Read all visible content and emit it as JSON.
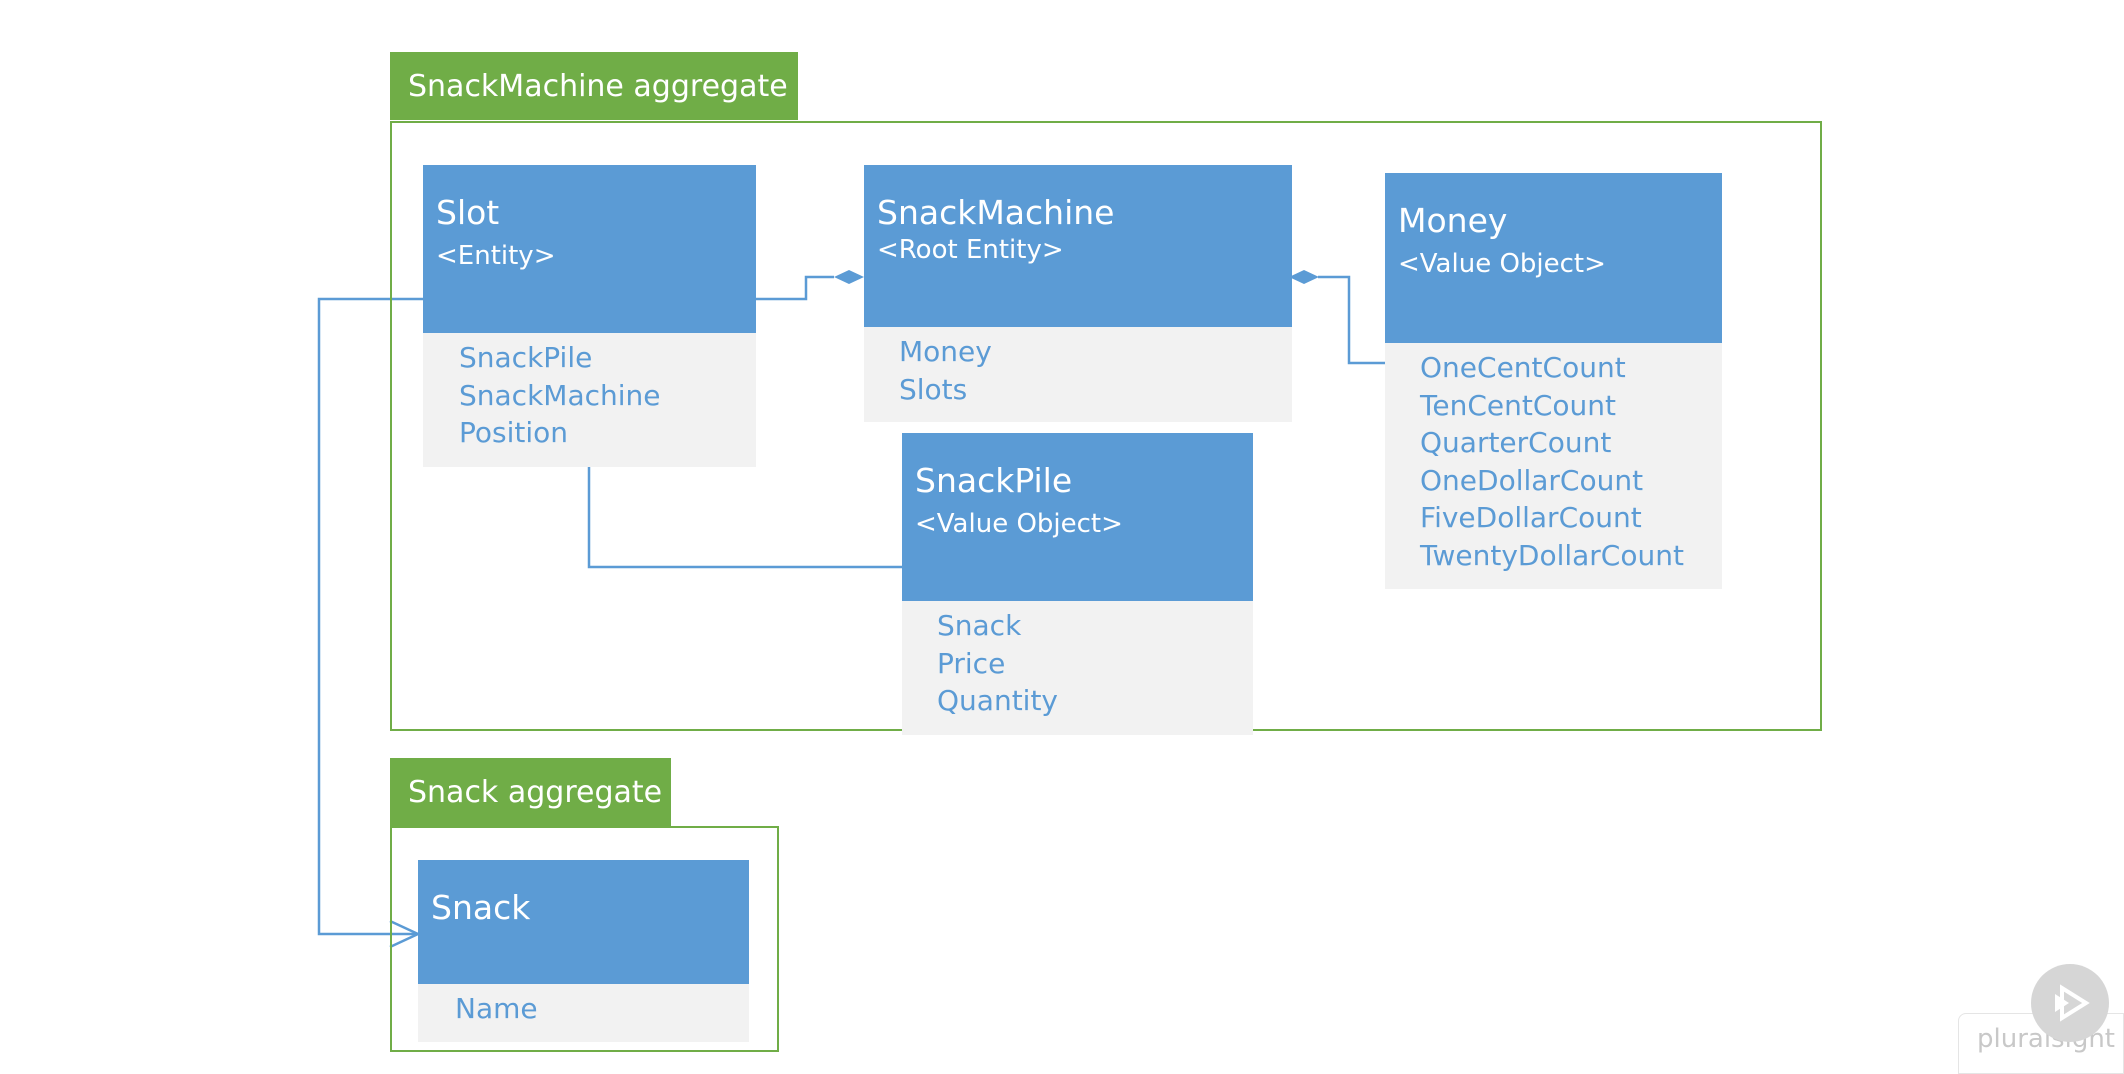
{
  "aggregates": {
    "snack_machine": {
      "label": "SnackMachine aggregate"
    },
    "snack": {
      "label": "Snack aggregate"
    }
  },
  "classes": {
    "slot": {
      "name": "Slot",
      "stereotype": "<Entity>",
      "fields": [
        "SnackPile",
        "SnackMachine",
        "Position"
      ]
    },
    "snack_machine": {
      "name": "SnackMachine",
      "stereotype": "<Root Entity>",
      "fields": [
        "Money",
        "Slots"
      ]
    },
    "money": {
      "name": "Money",
      "stereotype": "<Value Object>",
      "fields": [
        "OneCentCount",
        "TenCentCount",
        "QuarterCount",
        "OneDollarCount",
        "FiveDollarCount",
        "TwentyDollarCount"
      ]
    },
    "snack_pile": {
      "name": "SnackPile",
      "stereotype": "<Value Object>",
      "fields": [
        "Snack",
        "Price",
        "Quantity"
      ]
    },
    "snack": {
      "name": "Snack",
      "fields": [
        "Name"
      ]
    }
  },
  "watermark": {
    "text": "pluralsight"
  },
  "colors": {
    "aggregate": "#70ad47",
    "class_header": "#5b9bd5",
    "class_body": "#f2f2f2",
    "field_text": "#5b9bd5",
    "connector": "#5b9bd5"
  }
}
